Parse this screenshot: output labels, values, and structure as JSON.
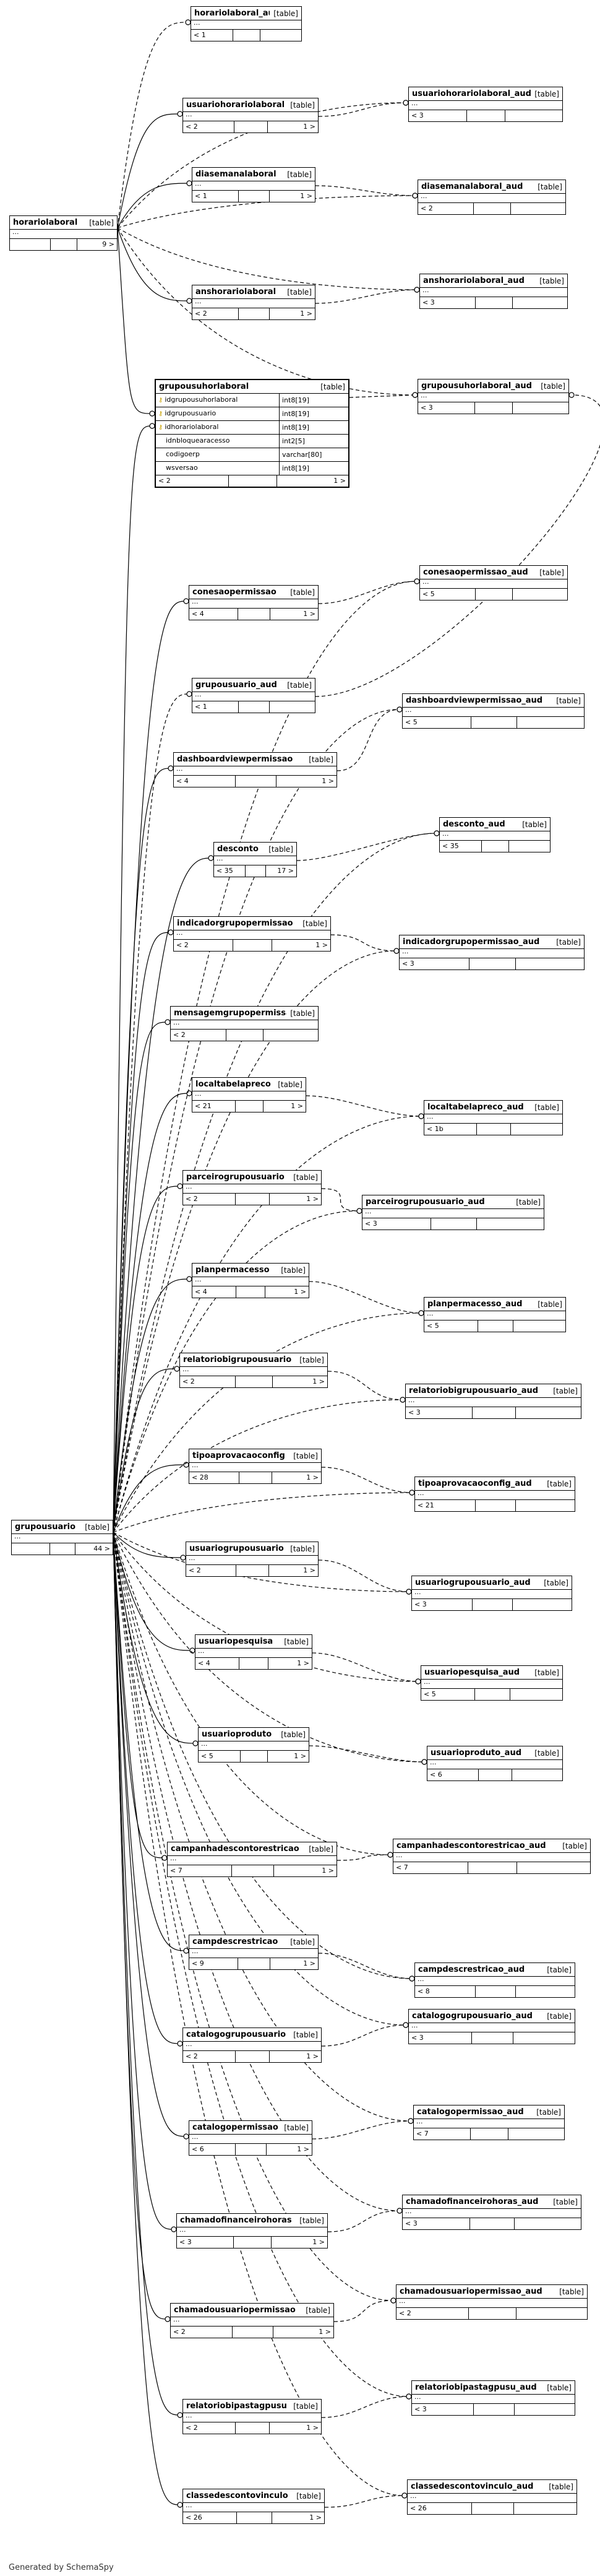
{
  "footer_text": "Generated by SchemaSpy",
  "table_tag": "[table]",
  "dots": "...",
  "tables": [
    {
      "name": "horariolaboral_aud",
      "a": "< 1",
      "b": "",
      "c": ""
    },
    {
      "name": "usuariohorariolaboral_aud",
      "a": "< 3",
      "b": "",
      "c": ""
    },
    {
      "name": "usuariohorariolaboral",
      "a": "< 2",
      "b": "",
      "c": "1 >"
    },
    {
      "name": "horariolaboral",
      "a": "",
      "b": "",
      "c": "9 >"
    },
    {
      "name": "diasemanalaboral",
      "a": "< 1",
      "b": "",
      "c": "1 >"
    },
    {
      "name": "diasemanalaboral_aud",
      "a": "< 2",
      "b": "",
      "c": ""
    },
    {
      "name": "anshorariolaboral",
      "a": "< 2",
      "b": "",
      "c": "1 >"
    },
    {
      "name": "anshorariolaboral_aud",
      "a": "< 3",
      "b": "",
      "c": ""
    },
    {
      "name": "grupousuhorlaboral_aud",
      "a": "< 3",
      "b": "",
      "c": ""
    },
    {
      "name": "conesaopermissao",
      "a": "< 4",
      "b": "",
      "c": "1 >"
    },
    {
      "name": "conesaopermissao_aud",
      "a": "< 5",
      "b": "",
      "c": ""
    },
    {
      "name": "grupousuario_aud",
      "a": "< 1",
      "b": "",
      "c": ""
    },
    {
      "name": "dashboardviewpermissao_aud",
      "a": "< 5",
      "b": "",
      "c": ""
    },
    {
      "name": "dashboardviewpermissao",
      "a": "< 4",
      "b": "",
      "c": "1 >"
    },
    {
      "name": "desconto_aud",
      "a": "< 35",
      "b": "",
      "c": ""
    },
    {
      "name": "desconto",
      "a": "< 35",
      "b": "",
      "c": "17 >"
    },
    {
      "name": "indicadorgrupopermissao",
      "a": "< 2",
      "b": "",
      "c": "1 >"
    },
    {
      "name": "indicadorgrupopermissao_aud",
      "a": "< 3",
      "b": "",
      "c": ""
    },
    {
      "name": "mensagemgrupopermissao",
      "a": "< 2",
      "b": "",
      "c": ""
    },
    {
      "name": "localtabelapreco",
      "a": "< 21",
      "b": "",
      "c": "1 >"
    },
    {
      "name": "localtabelapreco_aud",
      "a": "< 1b",
      "b": "",
      "c": ""
    },
    {
      "name": "parceirogrupousuario",
      "a": "< 2",
      "b": "",
      "c": "1 >"
    },
    {
      "name": "parceirogrupousuario_aud",
      "a": "< 3",
      "b": "",
      "c": ""
    },
    {
      "name": "planpermacesso",
      "a": "< 4",
      "b": "",
      "c": "1 >"
    },
    {
      "name": "planpermacesso_aud",
      "a": "< 5",
      "b": "",
      "c": ""
    },
    {
      "name": "relatoriobigrupousuario",
      "a": "< 2",
      "b": "",
      "c": "1 >"
    },
    {
      "name": "relatoriobigrupousuario_aud",
      "a": "< 3",
      "b": "",
      "c": ""
    },
    {
      "name": "tipoaprovacaoconfig",
      "a": "< 28",
      "b": "",
      "c": "1 >"
    },
    {
      "name": "tipoaprovacaoconfig_aud",
      "a": "< 21",
      "b": "",
      "c": ""
    },
    {
      "name": "grupousuario",
      "a": "",
      "b": "",
      "c": "44 >"
    },
    {
      "name": "usuariogrupousuario",
      "a": "< 2",
      "b": "",
      "c": "1 >"
    },
    {
      "name": "usuariogrupousuario_aud",
      "a": "< 3",
      "b": "",
      "c": ""
    },
    {
      "name": "usuariopesquisa",
      "a": "< 4",
      "b": "",
      "c": "1 >"
    },
    {
      "name": "usuariopesquisa_aud",
      "a": "< 5",
      "b": "",
      "c": ""
    },
    {
      "name": "usuarioproduto",
      "a": "< 5",
      "b": "",
      "c": "1 >"
    },
    {
      "name": "usuarioproduto_aud",
      "a": "< 6",
      "b": "",
      "c": ""
    },
    {
      "name": "campanhadescontorestricao",
      "a": "< 7",
      "b": "",
      "c": "1 >"
    },
    {
      "name": "campanhadescontorestricao_aud",
      "a": "< 7",
      "b": "",
      "c": ""
    },
    {
      "name": "campdescrestricao",
      "a": "< 9",
      "b": "",
      "c": "1 >"
    },
    {
      "name": "campdescrestricao_aud",
      "a": "< 8",
      "b": "",
      "c": ""
    },
    {
      "name": "catalogogrupousuario",
      "a": "< 2",
      "b": "",
      "c": "1 >"
    },
    {
      "name": "catalogogrupousuario_aud",
      "a": "< 3",
      "b": "",
      "c": ""
    },
    {
      "name": "catalogopermissao",
      "a": "< 6",
      "b": "",
      "c": "1 >"
    },
    {
      "name": "catalogopermissao_aud",
      "a": "< 7",
      "b": "",
      "c": ""
    },
    {
      "name": "chamadofinanceirohoras",
      "a": "< 3",
      "b": "",
      "c": "1 >"
    },
    {
      "name": "chamadofinanceirohoras_aud",
      "a": "< 3",
      "b": "",
      "c": ""
    },
    {
      "name": "chamadousuariopermissao",
      "a": "< 2",
      "b": "",
      "c": "1 >"
    },
    {
      "name": "chamadousuariopermissao_aud",
      "a": "< 2",
      "b": "",
      "c": ""
    },
    {
      "name": "relatoriobipastagpusu",
      "a": "< 2",
      "b": "",
      "c": "1 >"
    },
    {
      "name": "relatoriobipastagpusu_aud",
      "a": "< 3",
      "b": "",
      "c": ""
    },
    {
      "name": "classedescontovinculo",
      "a": "< 26",
      "b": "",
      "c": "1 >"
    },
    {
      "name": "classedescontovinculo_aud",
      "a": "< 26",
      "b": "",
      "c": ""
    }
  ],
  "main_table": {
    "name": "grupousuhorlaboral",
    "columns": [
      {
        "name": "idgrupousuhorlaboral",
        "type": "int8[19]",
        "key": true
      },
      {
        "name": "idgrupousuario",
        "type": "int8[19]",
        "key": true
      },
      {
        "name": "idhorariolaboral",
        "type": "int8[19]",
        "key": true
      },
      {
        "name": "idnbloquearacesso",
        "type": "int2[5]",
        "key": false
      },
      {
        "name": "codigoerp",
        "type": "varchar[80]",
        "key": false
      },
      {
        "name": "wsversao",
        "type": "int8[19]",
        "key": false
      }
    ],
    "a": "< 2",
    "c": "1 >"
  }
}
